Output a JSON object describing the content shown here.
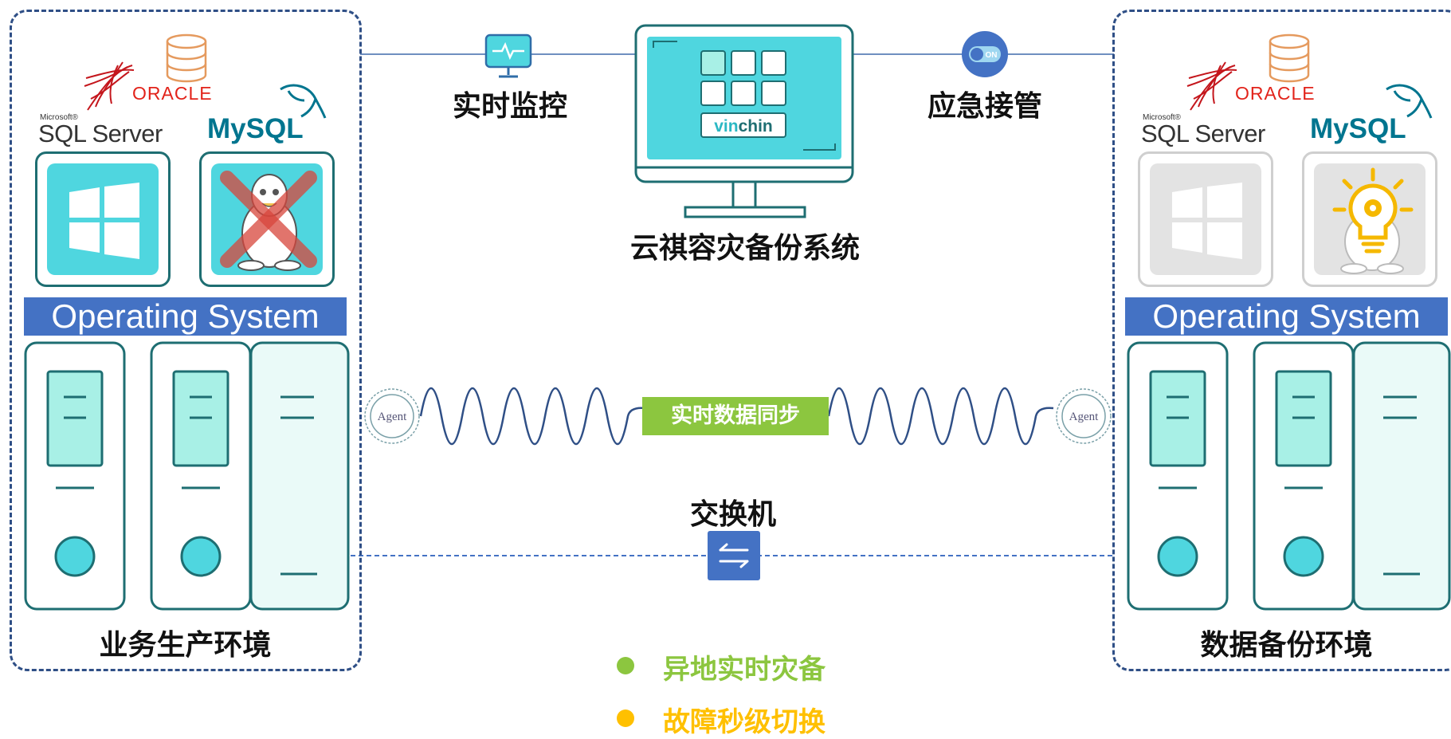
{
  "diagram": {
    "top": {
      "monitor_label": "实时监控",
      "takeover_label": "应急接管",
      "system_label": "云祺容灾备份系统",
      "brand": {
        "pre": "vin",
        "post": "chin"
      },
      "toggle_text": "ON"
    },
    "production": {
      "label": "业务生产环境",
      "os_bar": "Operating System",
      "db": {
        "oracle": "ORACLE",
        "ms_small": "Microsoft®",
        "sql_server": "SQL Server",
        "mysql": "MySQL"
      }
    },
    "backup": {
      "label": "数据备份环境",
      "os_bar": "Operating System",
      "db": {
        "oracle": "ORACLE",
        "ms_small": "Microsoft®",
        "sql_server": "SQL Server",
        "mysql": "MySQL"
      }
    },
    "middle": {
      "agent_left": "Agent",
      "agent_right": "Agent",
      "sync_label": "实时数据同步",
      "switch_label": "交换机"
    },
    "legend": [
      {
        "text": "异地实时灾备",
        "color": "#8cc63f"
      },
      {
        "text": "故障秒级切换",
        "color": "#ffc000"
      }
    ]
  }
}
